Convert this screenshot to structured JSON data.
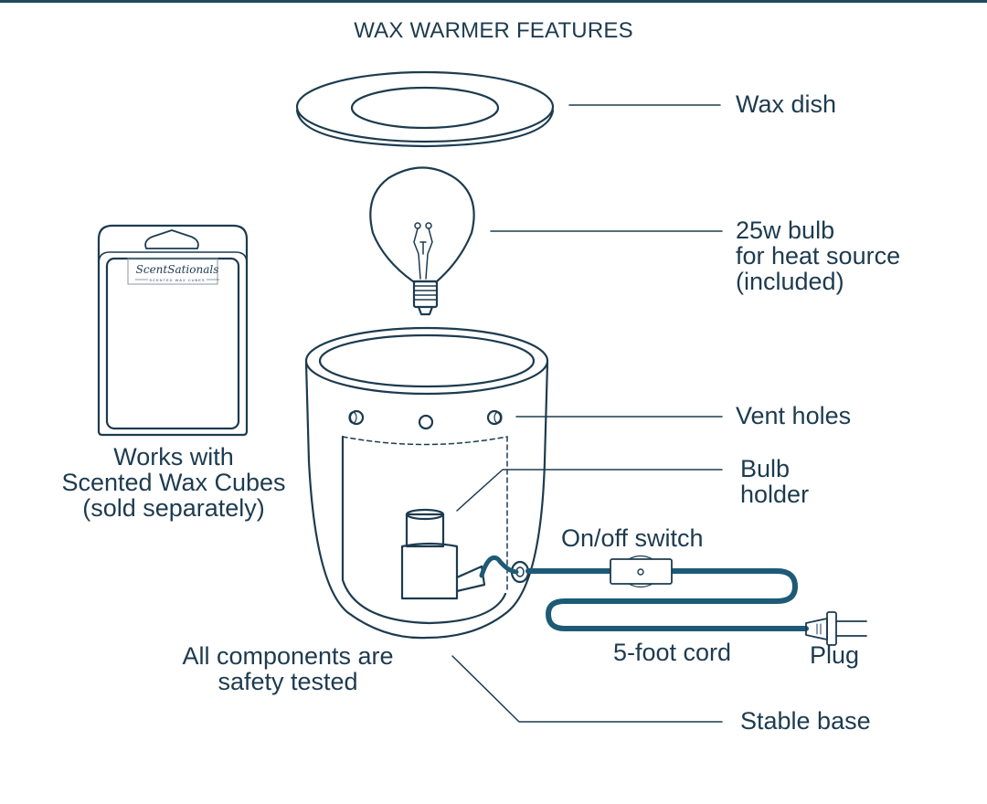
{
  "title": "WAX WARMER FEATURES",
  "colors": {
    "ink": "#1d3b4f",
    "cord": "#1d5a76",
    "accent_bar": "#1d4a5c",
    "background": "#ffffff"
  },
  "product_box": {
    "brand": "ScentSationals",
    "brand_subtitle": "SCENTED WAX CUBES"
  },
  "labels": {
    "wax_dish": "Wax dish",
    "bulb": [
      "25w bulb",
      "for heat source",
      "(included)"
    ],
    "vent_holes": "Vent holes",
    "bulb_holder": [
      "Bulb",
      "holder"
    ],
    "on_off_switch": "On/off switch",
    "cord": "5-foot cord",
    "plug": "Plug",
    "stable_base": "Stable base",
    "wax_cubes": [
      "Works with",
      "Scented Wax Cubes",
      "(sold separately)"
    ],
    "safety": [
      "All components are",
      "safety tested"
    ]
  }
}
